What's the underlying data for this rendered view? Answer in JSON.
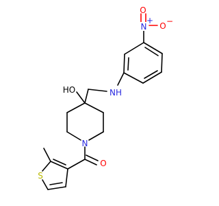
{
  "structure": {
    "atom_labels": {
      "nitro_n": "N",
      "nitro_charge_plus": "+",
      "nitro_o_top": "O",
      "nitro_o_right": "O",
      "nitro_charge_minus": "−",
      "amine": "NH",
      "hydroxyl": "HO",
      "piperidine_n": "N",
      "carbonyl_o": "O",
      "thiophene_s": "S"
    },
    "colors": {
      "bond": "#000000",
      "nitrogen": "#2a2ae0",
      "oxygen": "#ff0000",
      "sulfur": "#b8b800"
    }
  }
}
